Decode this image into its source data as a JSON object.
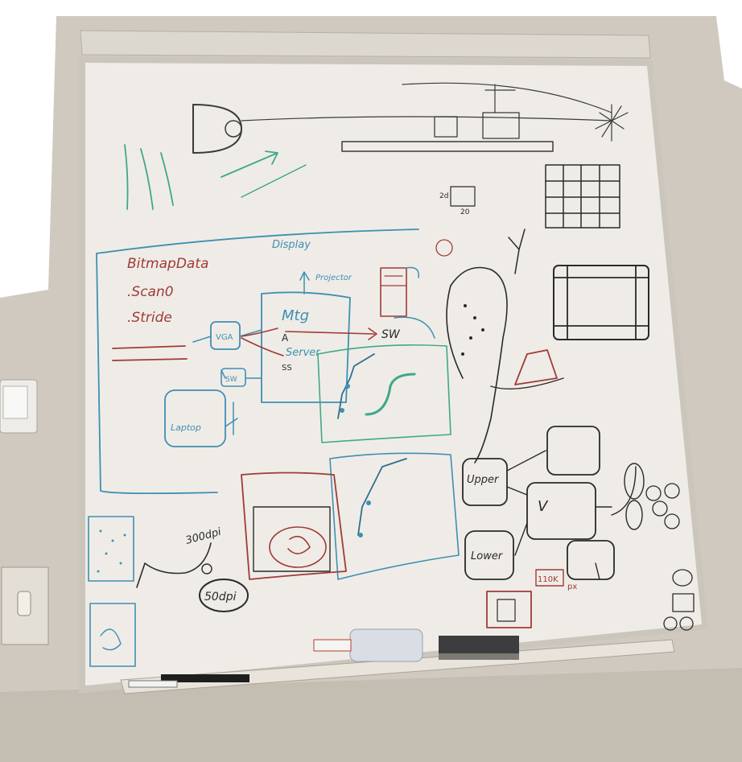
{
  "colors": {
    "wall": "#c9c2b6",
    "wall_light": "#dcd6cc",
    "board": "#ece9e3",
    "frame": "#cfcac0",
    "blue": "#3f8fb3",
    "red": "#a13a36",
    "black": "#2a2a2a",
    "green": "#3fa88b"
  },
  "labels": {
    "bitmap": "BitmapData",
    "scan0": ".Scan0",
    "stride": ".Stride",
    "display": "Display",
    "projector": "Projector",
    "mtg": "Mtg",
    "server": "Server",
    "ss": "SS",
    "a": "A",
    "vga": "VGA",
    "sw_box": "SW",
    "sw_arrow": "SW",
    "laptop": "Laptop",
    "dpi300": "300dpi",
    "dpi50": "50dpi",
    "k110": "110K",
    "px": "px",
    "upper": "Upper",
    "lower": "Lower",
    "v": "V",
    "d2": "2d",
    "d20": "20"
  }
}
